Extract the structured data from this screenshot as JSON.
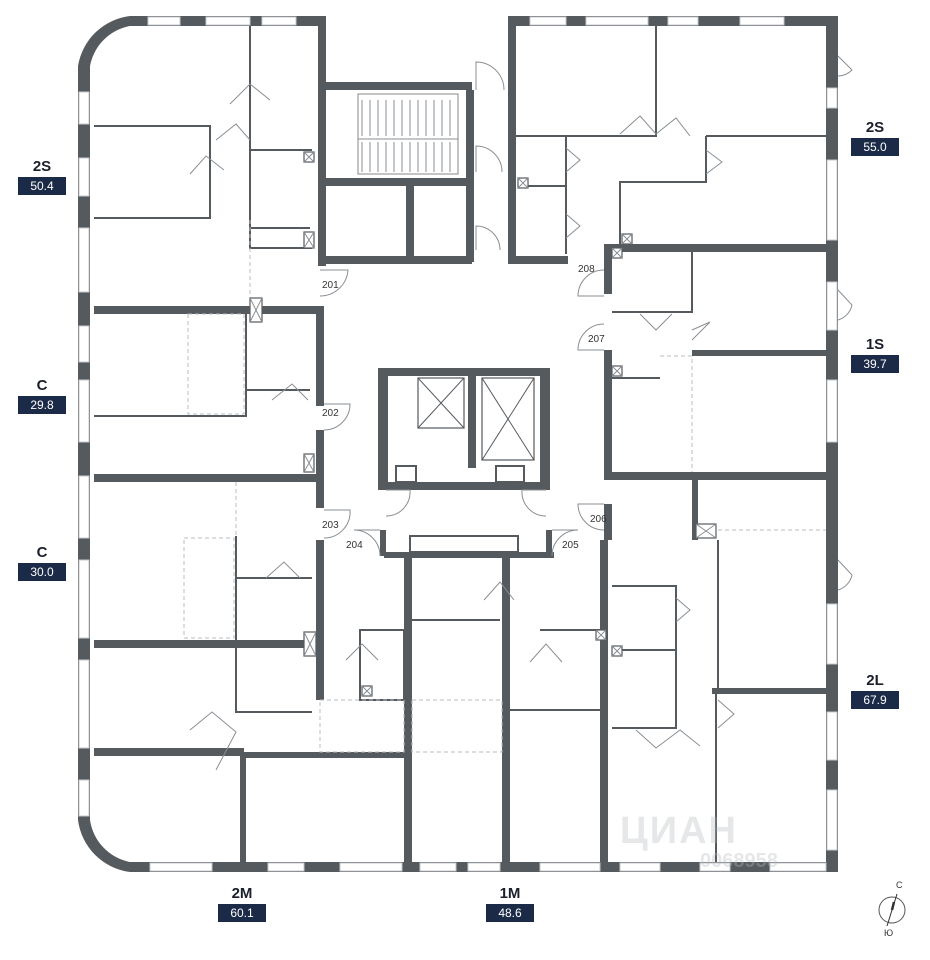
{
  "apartments": [
    {
      "type": "2S",
      "area": "50.4"
    },
    {
      "type": "C",
      "area": "29.8"
    },
    {
      "type": "C",
      "area": "30.0"
    },
    {
      "type": "2M",
      "area": "60.1"
    },
    {
      "type": "1M",
      "area": "48.6"
    },
    {
      "type": "2L",
      "area": "67.9"
    },
    {
      "type": "1S",
      "area": "39.7"
    },
    {
      "type": "2S",
      "area": "55.0"
    }
  ],
  "room_numbers": [
    "201",
    "202",
    "203",
    "204",
    "205",
    "206",
    "207",
    "208"
  ],
  "watermark": {
    "brand": "ЦИАН",
    "code": "0068958"
  },
  "compass": {
    "north": "С",
    "south": "Ю",
    "icon": "compass-icon"
  },
  "colors": {
    "wall": "#555a5f",
    "tag_bg": "#1b2a47",
    "tag_text": "#ffffff"
  }
}
